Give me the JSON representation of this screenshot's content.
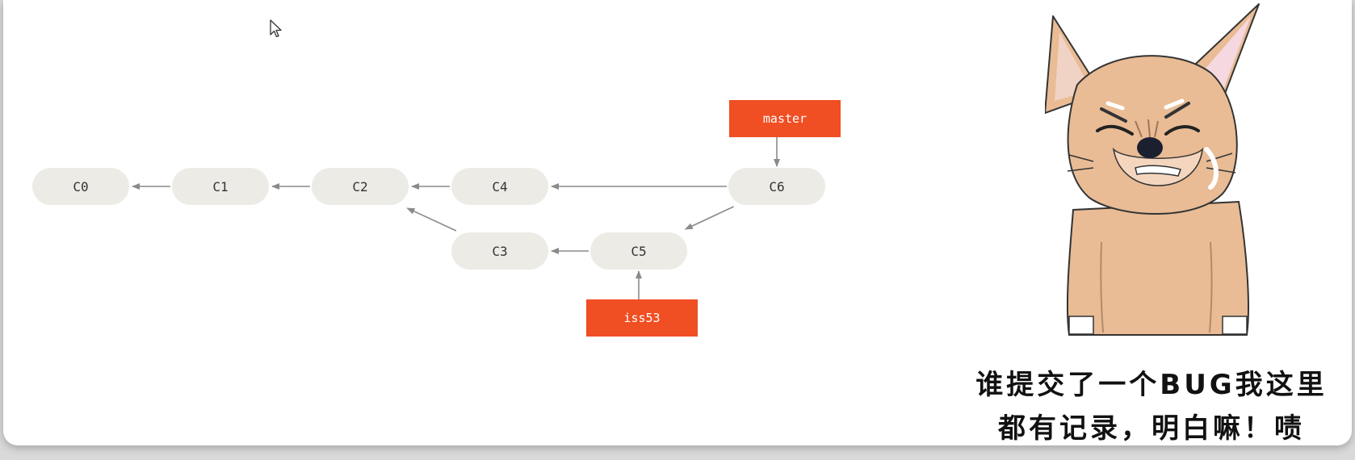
{
  "diagram": {
    "colors": {
      "node_fill": "#ecebe6",
      "node_text": "#333333",
      "branch_fill": "#f04e23",
      "branch_text": "#ffffff",
      "arrow": "#8a8a8a"
    },
    "commits": [
      {
        "id": "C0",
        "label": "C0"
      },
      {
        "id": "C1",
        "label": "C1"
      },
      {
        "id": "C2",
        "label": "C2"
      },
      {
        "id": "C4",
        "label": "C4"
      },
      {
        "id": "C6",
        "label": "C6"
      },
      {
        "id": "C3",
        "label": "C3"
      },
      {
        "id": "C5",
        "label": "C5"
      }
    ],
    "parent_edges": [
      {
        "from": "C1",
        "to": "C0"
      },
      {
        "from": "C2",
        "to": "C1"
      },
      {
        "from": "C4",
        "to": "C2"
      },
      {
        "from": "C6",
        "to": "C4"
      },
      {
        "from": "C6",
        "to": "C5"
      },
      {
        "from": "C5",
        "to": "C3"
      },
      {
        "from": "C3",
        "to": "C2"
      }
    ],
    "branches": [
      {
        "name": "master",
        "points_to": "C6"
      },
      {
        "name": "iss53",
        "points_to": "C5"
      }
    ]
  },
  "meme": {
    "caption_line1": "谁提交了一个BUG我这里",
    "caption_line2": "都有记录，明白嘛！啧",
    "icon": "chihuahua-meme"
  }
}
